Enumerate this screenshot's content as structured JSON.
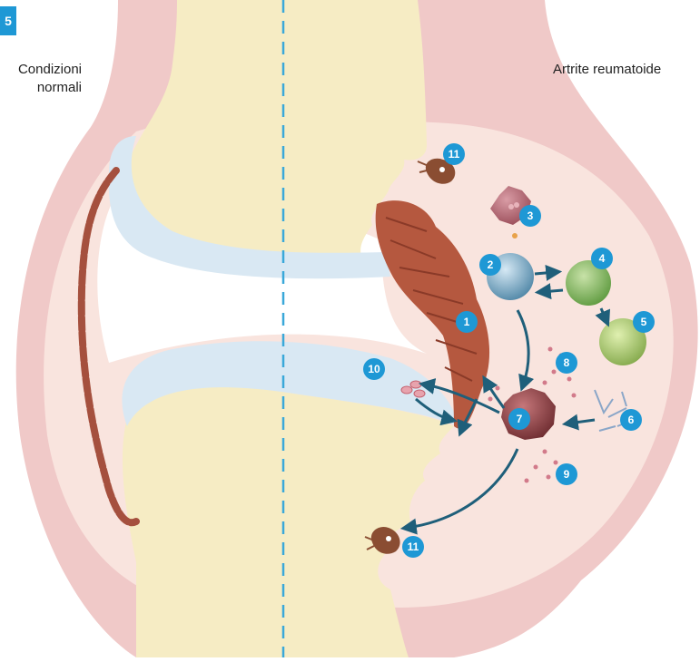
{
  "figure": {
    "badge": "5"
  },
  "labels": {
    "left": [
      "Condizioni",
      "normali"
    ],
    "right": "Artrite reumatoide"
  },
  "markers": [
    "1",
    "2",
    "3",
    "4",
    "5",
    "6",
    "7",
    "8",
    "9",
    "10",
    "11",
    "11"
  ],
  "colors": {
    "badge": "#1e98d5",
    "soft_tissue": "#f0c9c8",
    "synovial_space": "#f9e4de",
    "bone": "#f6ecc4",
    "cartilage": "#d9e8f3",
    "synovium": "#a5503e",
    "arrow": "#1f5f7a",
    "dash": "#3aa8d9"
  }
}
